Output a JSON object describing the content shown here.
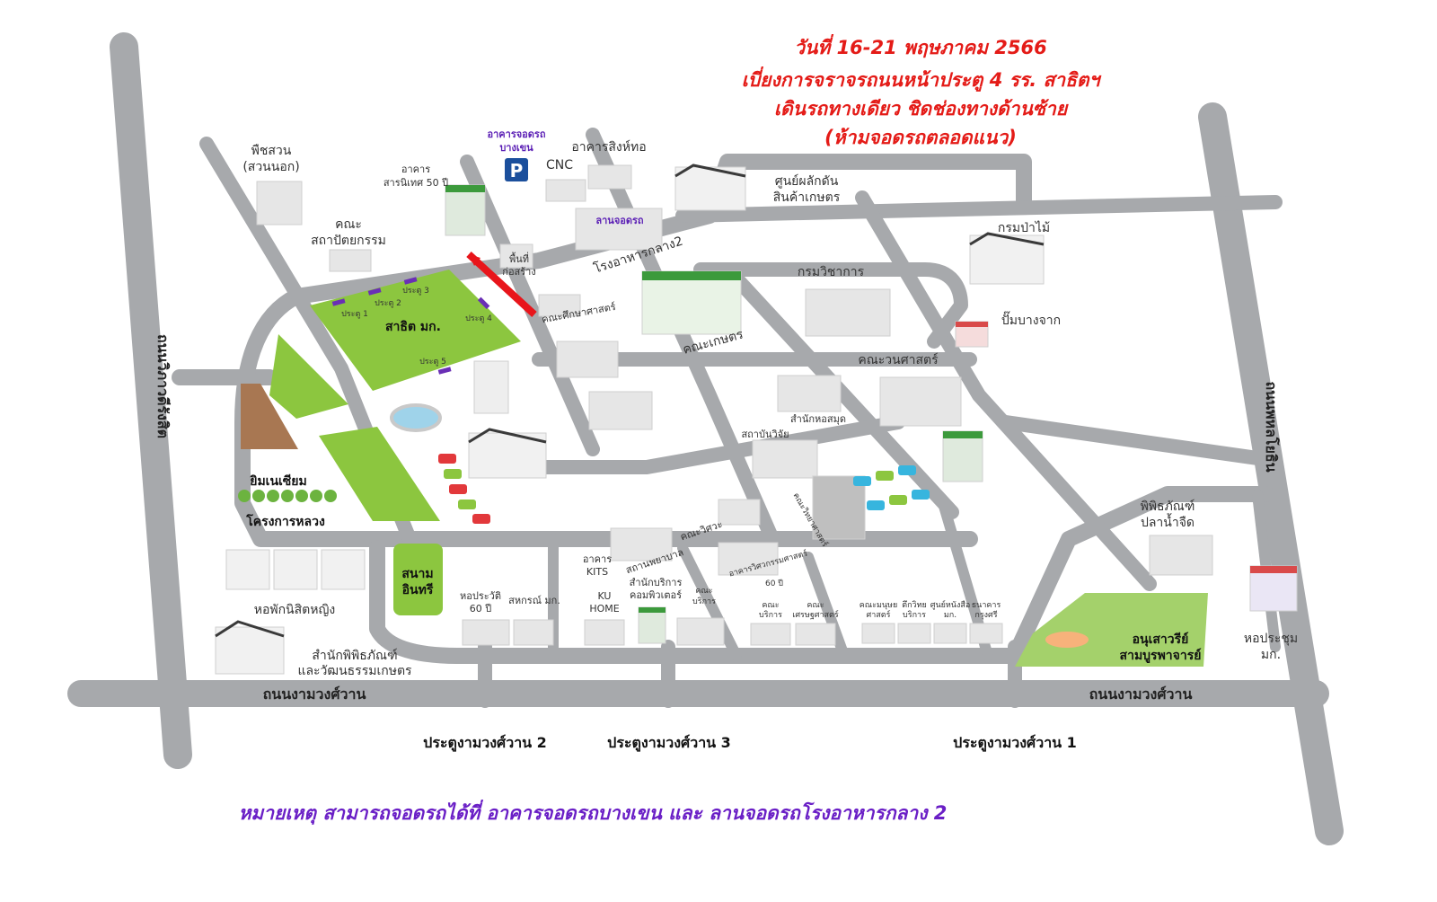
{
  "notice": {
    "line1": "วันที่ 16-21 พฤษภาคม 2566",
    "line2": "เบี่ยงการจราจรถนนหน้าประตู 4 รร. สาธิตฯ",
    "line3": "เดินรถทางเดียว ชิดช่องทางด้านซ้าย",
    "line4": "(ห้ามจอดรถตลอดแนว)"
  },
  "note": "หมายเหตุ สามารถจอดรถได้ที่ อาคารจอดรถบางเขน และ ลานจอดรถโรงอาหารกลาง 2",
  "roads": {
    "left": "ถนนวิภาวดีรังสิต",
    "right": "ถนนพหลโยธิน",
    "bottom_left": "ถนนงามวงศ์วาน",
    "bottom_right": "ถนนงามวงศ์วาน"
  },
  "gates": {
    "g2": "ประตูงามวงศ์วาน 2",
    "g3": "ประตูงามวงศ์วาน 3",
    "g1": "ประตูงามวงศ์วาน 1"
  },
  "school": {
    "name": "สาธิต มก.",
    "gate1": "ประตู 1",
    "gate2": "ประตู 2",
    "gate3": "ประตู 3",
    "gate4": "ประตู 4",
    "gate5": "ประตู 5"
  },
  "parking": {
    "bangkhen_line1": "อาคารจอดรถ",
    "bangkhen_line2": "บางเขน",
    "icon_letter": "P",
    "lot": "ลานจอดรถ"
  },
  "places": {
    "garden_line1": "พืชสวน",
    "garden_line2": "(สวนนอก)",
    "saranithet_line1": "อาคาร",
    "saranithet_line2": "สารนิเทศ 50 ปี",
    "architecture_line1": "คณะ",
    "architecture_line2": "สถาปัตยกรรม",
    "cnc": "CNC",
    "singto": "อาคารสิงห์ทอ",
    "product_center_line1": "ศูนย์ผลักดัน",
    "product_center_line2": "สินค้าเกษตร",
    "construction_line1": "พื้นที่",
    "construction_line2": "ก่อสร้าง",
    "canteen2": "โรงอาหารกลาง2",
    "education": "คณะศึกษาศาสตร์",
    "agriculture": "คณะเกษตร",
    "academic": "กรมวิชาการ",
    "forestry_dept": "กรมป่าไม้",
    "gas_station": "ปั๊มบางจาก",
    "forestry_fac": "คณะวนศาสตร์",
    "library": "สำนักหอสมุด",
    "research": "สถาบันวิจัย",
    "gymnasium": "ยิมเนเซียม",
    "royal_project": "โครงการหลวง",
    "female_dorm": "หอพักนิสิตหญิง",
    "museum_line1": "สำนักพิพิธภัณฑ์",
    "museum_line2": "และวัฒนธรรมเกษตร",
    "insee_line1": "สนาม",
    "insee_line2": "อินทรี",
    "hall60_line1": "หอประวัติ",
    "hall60_line2": "60 ปี",
    "coop": "สหกรณ์ มก.",
    "kits_line1": "อาคาร",
    "kits_line2": "KITS",
    "kuhome_line1": "KU",
    "kuhome_line2": "HOME",
    "computer_line1": "สำนักบริการ",
    "computer_line2": "คอมพิวเตอร์",
    "nursing": "สถานพยาบาล",
    "vet": "คณะวิศวะ",
    "eng60_line1": "อาคารวิศวกรรมศาสตร์",
    "eng60_line2": "60 ปี",
    "science": "คณะวิทยาศาสตร์",
    "service_line1": "คณะ",
    "service_line2": "บริการ",
    "service2_line1": "คณะ",
    "service2_line2": "บริการ",
    "economics_line1": "คณะ",
    "economics_line2": "เศรษฐศาสตร์",
    "humanities_line1": "คณะมนุษย",
    "humanities_line2": "ศาสตร์",
    "service3_line1": "ตึกวิทย",
    "service3_line2": "บริการ",
    "shop_line1": "ศูนย์หนังสือ",
    "shop_line2": "มก.",
    "bank_line1": "ธนาคาร",
    "bank_line2": "กรุงศรี",
    "fish_museum_line1": "พิพิธภัณฑ์",
    "fish_museum_line2": "ปลาน้ำจืด",
    "monument_line1": "อนุเสาวรีย์",
    "monument_line2": "สามบูรพาจารย์",
    "auditorium_line1": "หอประชุม",
    "auditorium_line2": "มก."
  },
  "colors": {
    "road": "#a7a9ac",
    "green": "#8cc63f",
    "notice": "#e41b17",
    "note": "#6a1fc6",
    "closed_lane": "#e8151b",
    "gate_marker": "#6a2fb5",
    "parking_icon": "#1b4f9c"
  }
}
